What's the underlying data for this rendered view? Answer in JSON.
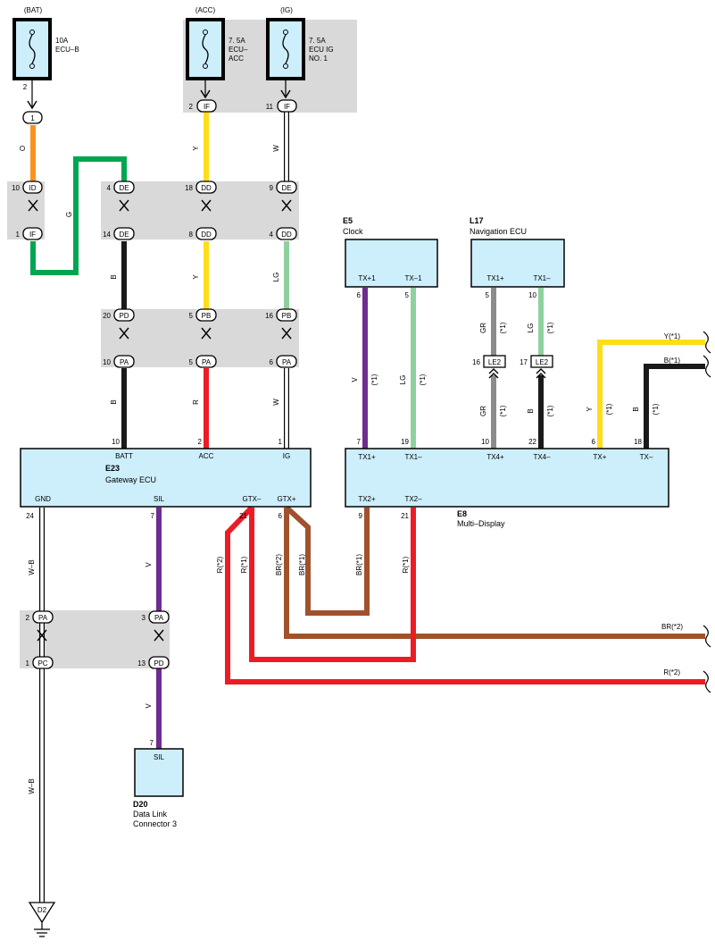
{
  "supplies": {
    "bat": {
      "label": "(BAT)",
      "rating": "10A",
      "name": "ECU–B",
      "pin": "2"
    },
    "acc": {
      "label": "(ACC)",
      "rating": "7. 5A",
      "name1": "ECU–",
      "name2": "ACC",
      "pin": "2",
      "conn": "IF"
    },
    "ig": {
      "label": "(IG)",
      "rating": "7. 5A",
      "name1": "ECU IG",
      "name2": "NO. 1",
      "pin": "11",
      "conn": "IF"
    }
  },
  "junction_bat": {
    "pin": "1"
  },
  "connectors": {
    "id10": {
      "pin": "10",
      "name": "ID"
    },
    "if1": {
      "pin": "1",
      "name": "IF"
    },
    "de4": {
      "pin": "4",
      "name": "DE"
    },
    "de14": {
      "pin": "14",
      "name": "DE"
    },
    "dd18": {
      "pin": "18",
      "name": "DD"
    },
    "dd8": {
      "pin": "8",
      "name": "DD"
    },
    "de9": {
      "pin": "9",
      "name": "DE"
    },
    "dd4": {
      "pin": "4",
      "name": "DD"
    },
    "pd20": {
      "pin": "20",
      "name": "PD"
    },
    "pa10": {
      "pin": "10",
      "name": "PA"
    },
    "pb5": {
      "pin": "5",
      "name": "PB"
    },
    "pa5": {
      "pin": "5",
      "name": "PA"
    },
    "pb16": {
      "pin": "16",
      "name": "PB"
    },
    "pa6": {
      "pin": "6",
      "name": "PA"
    },
    "pa2": {
      "pin": "2",
      "name": "PA"
    },
    "pc1": {
      "pin": "1",
      "name": "PC"
    },
    "pa3": {
      "pin": "3",
      "name": "PA"
    },
    "pd13": {
      "pin": "13",
      "name": "PD"
    },
    "le2_16": {
      "pin": "16",
      "name": "LE2"
    },
    "le2_17": {
      "pin": "17",
      "name": "LE2"
    }
  },
  "wire_labels": {
    "o": "O",
    "g": "G",
    "y1": "Y",
    "w1": "W",
    "b1": "B",
    "y2": "Y",
    "lg1": "LG",
    "b2": "B",
    "r1": "R",
    "w2": "W",
    "wb1": "W–B",
    "v1": "V",
    "v2": "V",
    "wb2": "W–B",
    "v_e5": "V",
    "lg_e5": "LG",
    "gr1": "GR",
    "lg_l17": "LG",
    "gr2": "GR",
    "b_le": "B",
    "y_tx": "Y",
    "b_tx": "B",
    "star1": "(*1)",
    "r_star2": "R(*2)",
    "r_star1": "R(*1)",
    "br_star2": "BR(*2)",
    "br_star1": "BR(*1)",
    "br_star1_e8": "BR(*1)",
    "r_star1_e8": "R(*1)",
    "y_right": "Y(*1)",
    "b_right": "B(*1)",
    "br_right": "BR(*2)",
    "r_right": "R(*2)"
  },
  "e23": {
    "id": "E23",
    "name": "Gateway ECU",
    "top_pins": [
      {
        "num": "10",
        "label": "BATT"
      },
      {
        "num": "2",
        "label": "ACC"
      },
      {
        "num": "1",
        "label": "IG"
      }
    ],
    "bottom_pins": [
      {
        "num": "24",
        "label": "GND"
      },
      {
        "num": "7",
        "label": "SIL"
      },
      {
        "num": "21",
        "label": "GTX–"
      },
      {
        "num": "6",
        "label": "GTX+"
      }
    ]
  },
  "e8": {
    "id": "E8",
    "name": "Multi–Display",
    "top_pins": [
      {
        "num": "7",
        "label": "TX1+"
      },
      {
        "num": "19",
        "label": "TX1–"
      },
      {
        "num": "10",
        "label": "TX4+"
      },
      {
        "num": "22",
        "label": "TX4–"
      },
      {
        "num": "6",
        "label": "TX+"
      },
      {
        "num": "18",
        "label": "TX–"
      }
    ],
    "bottom_pins": [
      {
        "num": "9",
        "label": "TX2+"
      },
      {
        "num": "21",
        "label": "TX2–"
      }
    ]
  },
  "e5": {
    "id": "E5",
    "name": "Clock",
    "pins": [
      {
        "num": "6",
        "label": "TX+1"
      },
      {
        "num": "5",
        "label": "TX–1"
      }
    ]
  },
  "l17": {
    "id": "L17",
    "name": "Navigation ECU",
    "pins": [
      {
        "num": "5",
        "label": "TX1+"
      },
      {
        "num": "10",
        "label": "TX1–"
      }
    ]
  },
  "d20": {
    "id": "D20",
    "name1": "Data Link",
    "name2": "Connector 3",
    "pin": "7",
    "label": "SIL"
  },
  "ground": {
    "id": "D2"
  },
  "colors": {
    "orange": "#f7941d",
    "green": "#00a651",
    "yellow": "#ffde17",
    "black": "#1a1a1a",
    "lightgreen": "#8fd19e",
    "red": "#ed1c24",
    "purple": "#6f2c91",
    "brown": "#a0522d",
    "gray": "#8c8c8c",
    "box": "#cdeefb",
    "shade": "#d9d9d9"
  }
}
